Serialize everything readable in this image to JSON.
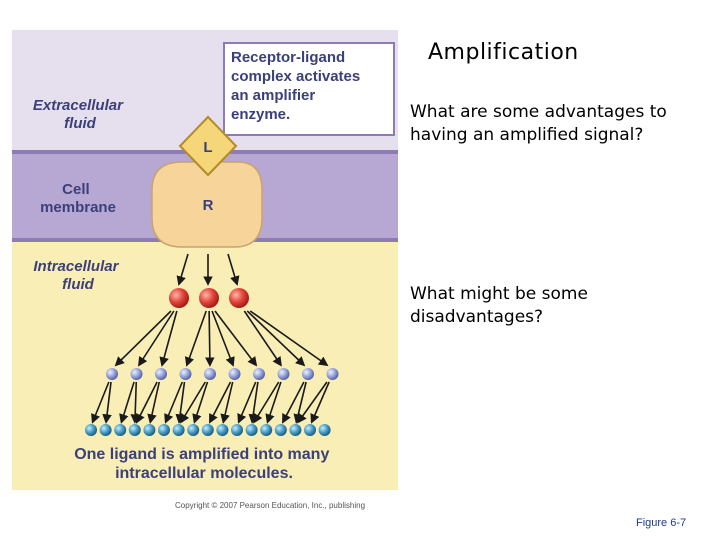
{
  "slide": {
    "title": "Amplification",
    "question_advantages": "What are some advantages to having an amplified signal?",
    "question_disadvantages": "What might be some disadvantages?",
    "figure_number": "Figure 6-7"
  },
  "diagram": {
    "regions": {
      "extracellular": "Extracellular fluid",
      "membrane": "Cell membrane",
      "intracellular": "Intracellular fluid"
    },
    "callout": "Receptor-ligand complex activates an amplifier enzyme.",
    "ligand_label": "L",
    "receptor_label": "R",
    "caption": "One ligand is amplified into many intracellular molecules.",
    "copyright": "Copyright © 2007 Pearson Education, Inc., publishing",
    "colors": {
      "extracellular_bg": "#e6dfee",
      "membrane_bg": "#b7a8d3",
      "intracellular_bg": "#f8eeb6",
      "receptor_fill": "#f6d49a",
      "ligand_fill": "#f5d77a",
      "red_molecule": "#e2463c",
      "blue_molecule": "#8f9cd4",
      "teal_molecule": "#4aa0c8"
    }
  }
}
